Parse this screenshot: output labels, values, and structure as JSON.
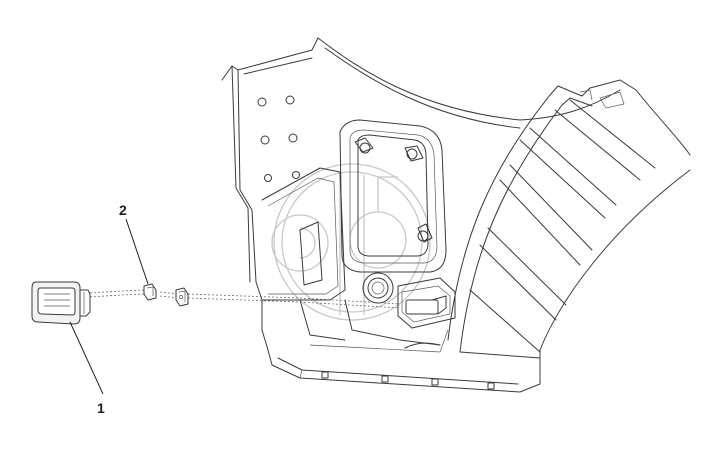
{
  "callouts": [
    {
      "id": "1",
      "label": "1"
    },
    {
      "id": "2",
      "label": "2"
    }
  ],
  "colors": {
    "line": "#3a3a3a",
    "background": "#ffffff",
    "watermark": "#c8c8c8"
  },
  "icons": {
    "watermark": "watermark-logo-icon",
    "lamp": "side-marker-lamp-icon",
    "connector": "wire-connector-icon"
  }
}
